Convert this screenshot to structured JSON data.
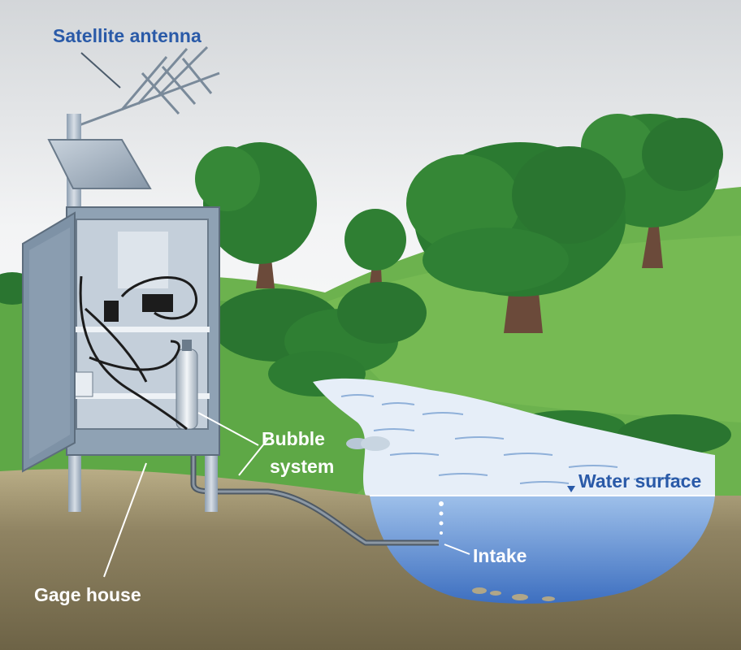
{
  "labels": {
    "satellite_antenna": "Satellite antenna",
    "bubble_line1": "Bubble",
    "bubble_line2": "system",
    "water_surface": "Water surface",
    "intake": "Intake",
    "gage_house": "Gage house"
  },
  "colors": {
    "sky_top": "#d9dcdf",
    "grass": "#6ab04c",
    "grass_dark": "#3f8f3a",
    "tree": "#2e7d32",
    "trunk": "#6b4a3a",
    "ground": "#8a7d5e",
    "water": "#4f7fc4",
    "label_blue": "#2a5aa8",
    "box": "#8fa2b4"
  }
}
